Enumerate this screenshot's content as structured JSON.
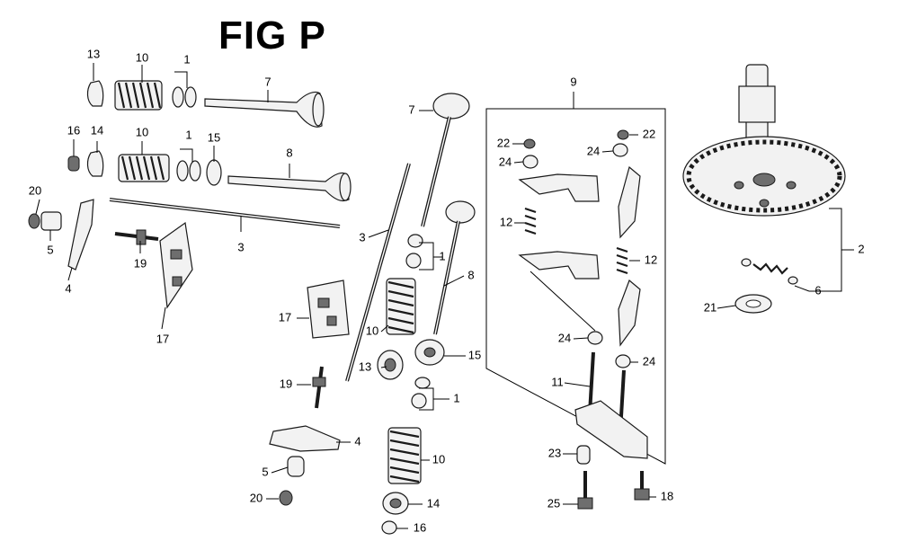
{
  "figure": {
    "title": "FIG P"
  },
  "callouts": {
    "c1a": "1",
    "c1b": "1",
    "c1c": "1",
    "c1d": "1",
    "c2": "2",
    "c3a": "3",
    "c3b": "3",
    "c4a": "4",
    "c4b": "4",
    "c5a": "5",
    "c5b": "5",
    "c6": "6",
    "c7a": "7",
    "c7b": "7",
    "c8a": "8",
    "c8b": "8",
    "c9": "9",
    "c10a": "10",
    "c10b": "10",
    "c10c": "10",
    "c10d": "10",
    "c11": "11",
    "c12a": "12",
    "c12b": "12",
    "c13a": "13",
    "c13b": "13",
    "c14a": "14",
    "c14b": "14",
    "c15a": "15",
    "c15b": "15",
    "c16a": "16",
    "c16b": "16",
    "c17a": "17",
    "c17b": "17",
    "c18": "18",
    "c19a": "19",
    "c19b": "19",
    "c20a": "20",
    "c20b": "20",
    "c21": "21",
    "c22a": "22",
    "c22b": "22",
    "c23": "23",
    "c24a": "24",
    "c24b": "24",
    "c24c": "24",
    "c24d": "24",
    "c25": "25"
  }
}
